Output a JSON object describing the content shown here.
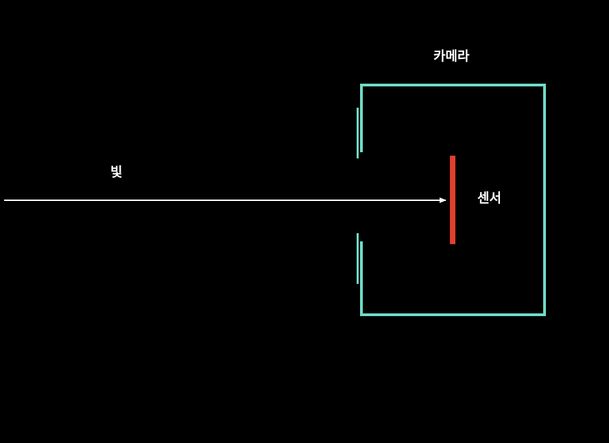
{
  "labels": {
    "camera": "카메라",
    "light": "빛",
    "sensor": "센서"
  },
  "colors": {
    "background": "#000000",
    "camera_body": "#6fdcc8",
    "sensor": "#e0402a",
    "light_ray": "#ffffff",
    "text": "#ffffff"
  }
}
